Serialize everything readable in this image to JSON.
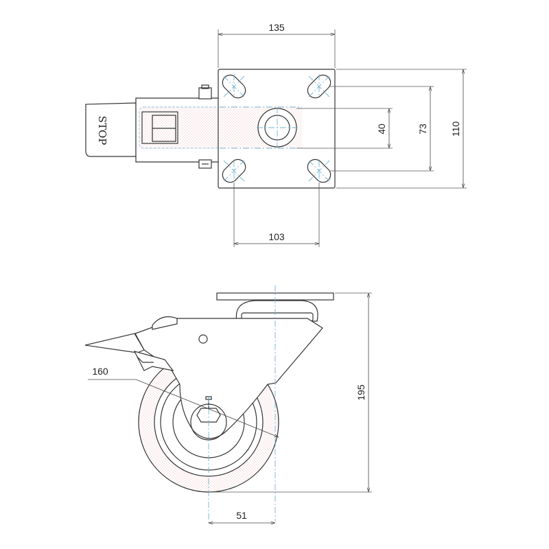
{
  "diagram": {
    "colors": {
      "line": "#333333",
      "centerline": "#6fb3d6",
      "tread_texture": "#e8a0a0"
    },
    "brake_label": "STOP",
    "dimensions": {
      "plate_width": "135",
      "bolt_hole_spacing_x": "103",
      "stem_hole": "40",
      "bolt_hole_spacing_y": "73",
      "plate_length": "110",
      "wheel_diameter": "160",
      "overall_height": "195",
      "offset": "51"
    }
  }
}
